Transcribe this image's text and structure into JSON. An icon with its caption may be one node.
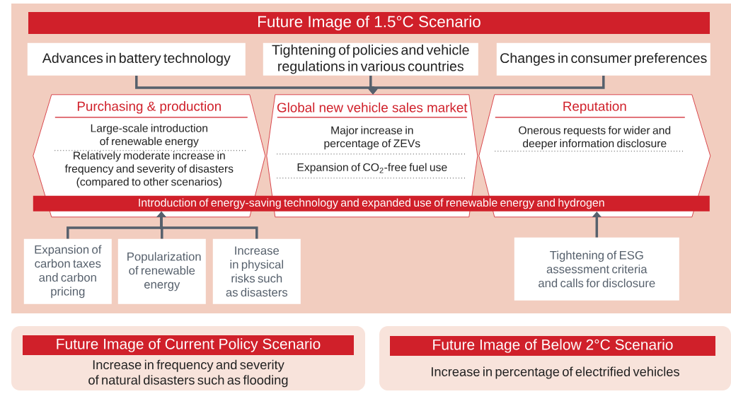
{
  "diagram": {
    "nodes": [
      {
        "text": [
          "Future Image of 1.5°C Scenario"
        ]
      },
      {
        "text": [
          "Advances in battery technology"
        ],
        "in": 0
      },
      {
        "text": [
          "Tightening of policies and vehicle regulations in various countries"
        ],
        "in": 0
      },
      {
        "text": [
          "Changes in consumer preferences"
        ],
        "in": 0
      },
      {
        "text": [
          "Purchasing & production",
          "Large-scale introduction of renewable energy",
          "Relatively moderate increase in frequency and severity of disasters (compared to other scenarios)"
        ],
        "in": 0
      },
      {
        "text": [
          "Global new vehicle sales market",
          "Major increase in percentage of ZEVs",
          "Expansion of CO$_{2}$-free fuel use"
        ],
        "in": 0
      },
      {
        "text": [
          "Reputation",
          "Onerous requests for wider and deeper information disclosure"
        ],
        "in": 0
      },
      {
        "text": [
          "Introduction of energy-saving technology and expanded use of renewable energy and hydrogen"
        ],
        "in": 0
      },
      {
        "text": [
          "Expansion of carbon taxes and carbon pricing"
        ],
        "in": 0
      },
      {
        "text": [
          "Popularization of renewable energy"
        ],
        "in": 0
      },
      {
        "text": [
          "Increase in physical risks such as disasters"
        ],
        "in": 0
      },
      {
        "text": [
          "Tightening of ESG assessment criteria and calls for disclosure"
        ],
        "in": 0
      },
      {
        "text": [
          "Future Image of Current Policy Scenario",
          "Increase in frequency and severity of natural disasters such as flooding"
        ]
      },
      {
        "text": [
          "Future Image of Below 2°C Scenario",
          "Increase in percentage of electrified vehicles"
        ]
      }
    ],
    "edges": [
      {
        "from": 1,
        "to": 5,
        "arrow": "to"
      },
      {
        "from": 2,
        "to": 5,
        "arrow": "to"
      },
      {
        "from": 3,
        "to": 5,
        "arrow": "to"
      },
      {
        "from": 8,
        "to": 7,
        "arrow": "to"
      },
      {
        "from": 9,
        "to": 7,
        "arrow": "to"
      },
      {
        "from": 10,
        "to": 7,
        "arrow": "to"
      },
      {
        "from": 11,
        "to": 7,
        "arrow": "to"
      }
    ]
  }
}
